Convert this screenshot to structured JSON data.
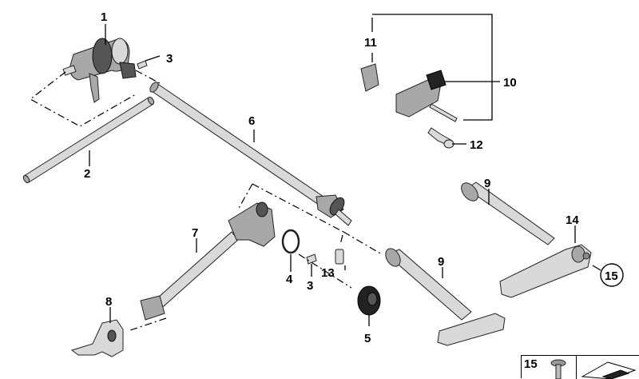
{
  "callouts": [
    {
      "id": "c1",
      "text": "1"
    },
    {
      "id": "c2",
      "text": "2"
    },
    {
      "id": "c3a",
      "text": "3"
    },
    {
      "id": "c3b",
      "text": "3"
    },
    {
      "id": "c4",
      "text": "4"
    },
    {
      "id": "c5",
      "text": "5"
    },
    {
      "id": "c6",
      "text": "6"
    },
    {
      "id": "c7",
      "text": "7"
    },
    {
      "id": "c8",
      "text": "8"
    },
    {
      "id": "c9a",
      "text": "9"
    },
    {
      "id": "c9b",
      "text": "9"
    },
    {
      "id": "c10",
      "text": "10"
    },
    {
      "id": "c11",
      "text": "11"
    },
    {
      "id": "c12",
      "text": "12"
    },
    {
      "id": "c13",
      "text": "13"
    },
    {
      "id": "c14",
      "text": "14"
    },
    {
      "id": "c15",
      "text": "15"
    }
  ],
  "legend": {
    "label": "15"
  }
}
